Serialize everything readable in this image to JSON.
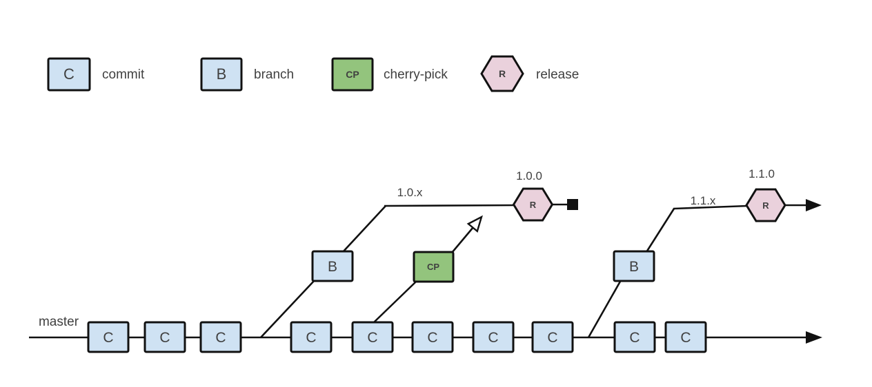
{
  "legend": {
    "items": [
      {
        "symbol": "C",
        "label": "commit"
      },
      {
        "symbol": "B",
        "label": "branch"
      },
      {
        "symbol": "CP",
        "label": "cherry-pick"
      },
      {
        "symbol": "R",
        "label": "release"
      }
    ]
  },
  "diagram": {
    "master_label": "master",
    "commit_symbol": "C",
    "branch_symbol": "B",
    "cherry_pick_symbol": "CP",
    "release_symbol": "R",
    "master_commit_count": 10,
    "branches": [
      {
        "name": "1.0.x",
        "release_version": "1.0.0",
        "terminated": true
      },
      {
        "name": "1.1.x",
        "release_version": "1.1.0",
        "terminated": false
      }
    ]
  },
  "colors": {
    "commit_fill": "#cfe2f3",
    "cherry_pick_fill": "#93c47d",
    "release_fill": "#ead1dc",
    "line": "#111111",
    "text": "#404040"
  }
}
